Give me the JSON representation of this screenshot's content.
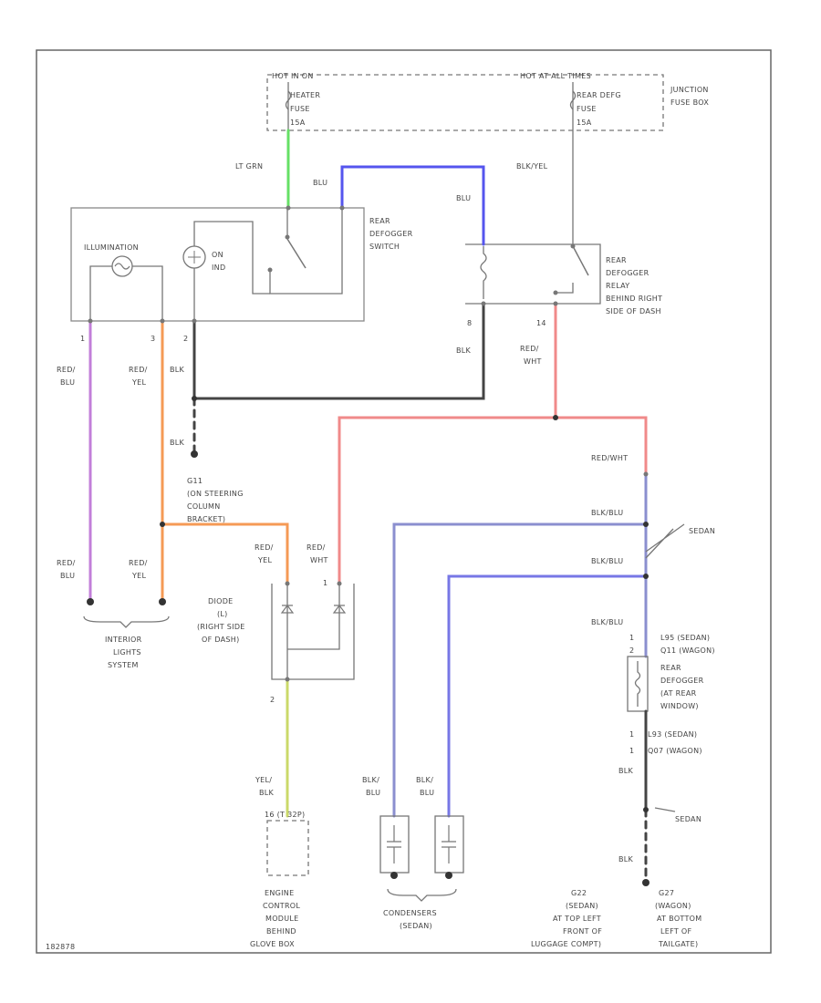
{
  "fuses": {
    "hot_in_on": "HOT IN ON",
    "hot_at_all_times": "HOT AT ALL TIMES",
    "heater_fuse": [
      "HEATER",
      "FUSE",
      "15A"
    ],
    "rear_defg_fuse": [
      "REAR DEFG",
      "FUSE",
      "15A"
    ],
    "junction_box": [
      "JUNCTION",
      "FUSE BOX"
    ]
  },
  "switch": {
    "illumination": "ILLUMINATION",
    "on_ind": [
      "ON",
      "IND"
    ],
    "name": [
      "REAR",
      "DEFOGGER",
      "SWITCH"
    ],
    "pins": [
      "1",
      "2",
      "3"
    ]
  },
  "relay": {
    "name": [
      "REAR",
      "DEFOGGER",
      "RELAY",
      "BEHIND RIGHT",
      "SIDE OF DASH"
    ],
    "pins": [
      "8",
      "14"
    ]
  },
  "wire_labels": {
    "lt_grn": "LT GRN",
    "blu_top": "BLU",
    "blu_relay": "BLU",
    "blk_yel": "BLK/YEL",
    "red_blu_left": [
      "RED/",
      "BLU"
    ],
    "red_yel_left": [
      "RED/",
      "YEL"
    ],
    "blk_left": "BLK",
    "blk_lower": "BLK",
    "blk_relay": "BLK",
    "red_wht_relay": [
      "RED/",
      "WHT"
    ],
    "red_blu_bottom": [
      "RED/",
      "BLU"
    ],
    "red_yel_bottom": [
      "RED/",
      "YEL"
    ],
    "red_yel_diode": [
      "RED/",
      "YEL"
    ],
    "red_wht_diode": [
      "RED/",
      "WHT"
    ],
    "red_wht_right": "RED/WHT",
    "blk_blu_1": "BLK/BLU",
    "blk_blu_2": "BLK/BLU",
    "blk_blu_3": "BLK/BLU",
    "yel_blk": [
      "YEL/",
      "BLK"
    ],
    "blk_blu_cond1": [
      "BLK/",
      "BLU"
    ],
    "blk_blu_cond2": [
      "BLK/",
      "BLU"
    ],
    "blk_right1": "BLK",
    "blk_right2": "BLK"
  },
  "ground": {
    "g11": [
      "G11",
      "(ON STEERING",
      "COLUMN",
      "BRACKET)"
    ]
  },
  "diode": {
    "name": [
      "DIODE",
      "(L)",
      "(RIGHT SIDE",
      "OF DASH)"
    ],
    "pins": [
      "1",
      "2"
    ]
  },
  "sedan_tags": [
    "SEDAN",
    "SEDAN"
  ],
  "defogger": {
    "top_pins": [
      "1",
      "2"
    ],
    "top_codes": [
      "L95 (SEDAN)",
      "Q11 (WAGON)"
    ],
    "name": [
      "REAR",
      "DEFOGGER",
      "(AT REAR",
      "WINDOW)"
    ],
    "bot_pins": [
      "1",
      "1"
    ],
    "bot_codes": [
      "L93 (SEDAN)",
      "Q07 (WAGON)"
    ]
  },
  "bottom": {
    "interior_lights": [
      "INTERIOR",
      "LIGHTS",
      "SYSTEM"
    ],
    "ecm_pin": "16 (T 32P)",
    "ecm": [
      "ENGINE",
      "CONTROL",
      "MODULE",
      "BEHIND",
      "GLOVE BOX"
    ],
    "condensers": [
      "CONDENSERS",
      "(SEDAN)"
    ],
    "g22": [
      "G22",
      "(SEDAN)",
      "AT TOP LEFT",
      "FRONT OF",
      "LUGGAGE COMPT)"
    ],
    "g27": [
      "G27",
      "(WAGON)",
      "AT BOTTOM",
      "LEFT OF",
      "TAILGATE)"
    ]
  },
  "figure_id": "182878",
  "colors": {
    "lt_grn": "#66e066",
    "blu": "#5555ee",
    "red_wht": "#f08a8a",
    "red_blu": "#c27fd9",
    "red_yel": "#f59a55",
    "yel_blk": "#cbd96a",
    "blk": "#444444",
    "blk_blu": "#8b8fcf"
  }
}
